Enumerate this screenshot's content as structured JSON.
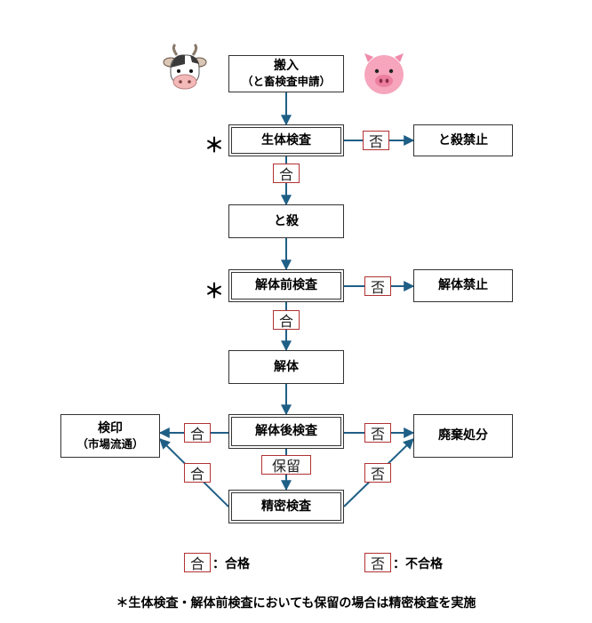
{
  "nodes": {
    "carry_in": {
      "label": "搬入",
      "sub": "（と畜検査申請）"
    },
    "antemortem": {
      "label": "生体検査"
    },
    "slaughter_ban": {
      "label": "と殺禁止"
    },
    "slaughter": {
      "label": "と殺"
    },
    "pre_dressing": {
      "label": "解体前検査"
    },
    "dressing_ban": {
      "label": "解体禁止"
    },
    "dressing": {
      "label": "解体"
    },
    "post_dressing": {
      "label": "解体後検査"
    },
    "stamp": {
      "label": "検印",
      "sub": "（市場流通）"
    },
    "disposal": {
      "label": "廃棄処分"
    },
    "detailed": {
      "label": "精密検査"
    }
  },
  "tags": {
    "pass": "合",
    "fail": "否",
    "hold": "保留"
  },
  "star_mark": "＊",
  "legend": {
    "pass_text": "：合格",
    "fail_text": "：不合格"
  },
  "footnote": "＊生体検査・解体前検査においても保留の場合は精密検査を実施",
  "icons": {
    "left": "cow-icon",
    "right": "pig-icon"
  },
  "colors": {
    "arrow": "#1f5f86",
    "tag_border": "#b23232",
    "box_border": "#333333"
  }
}
